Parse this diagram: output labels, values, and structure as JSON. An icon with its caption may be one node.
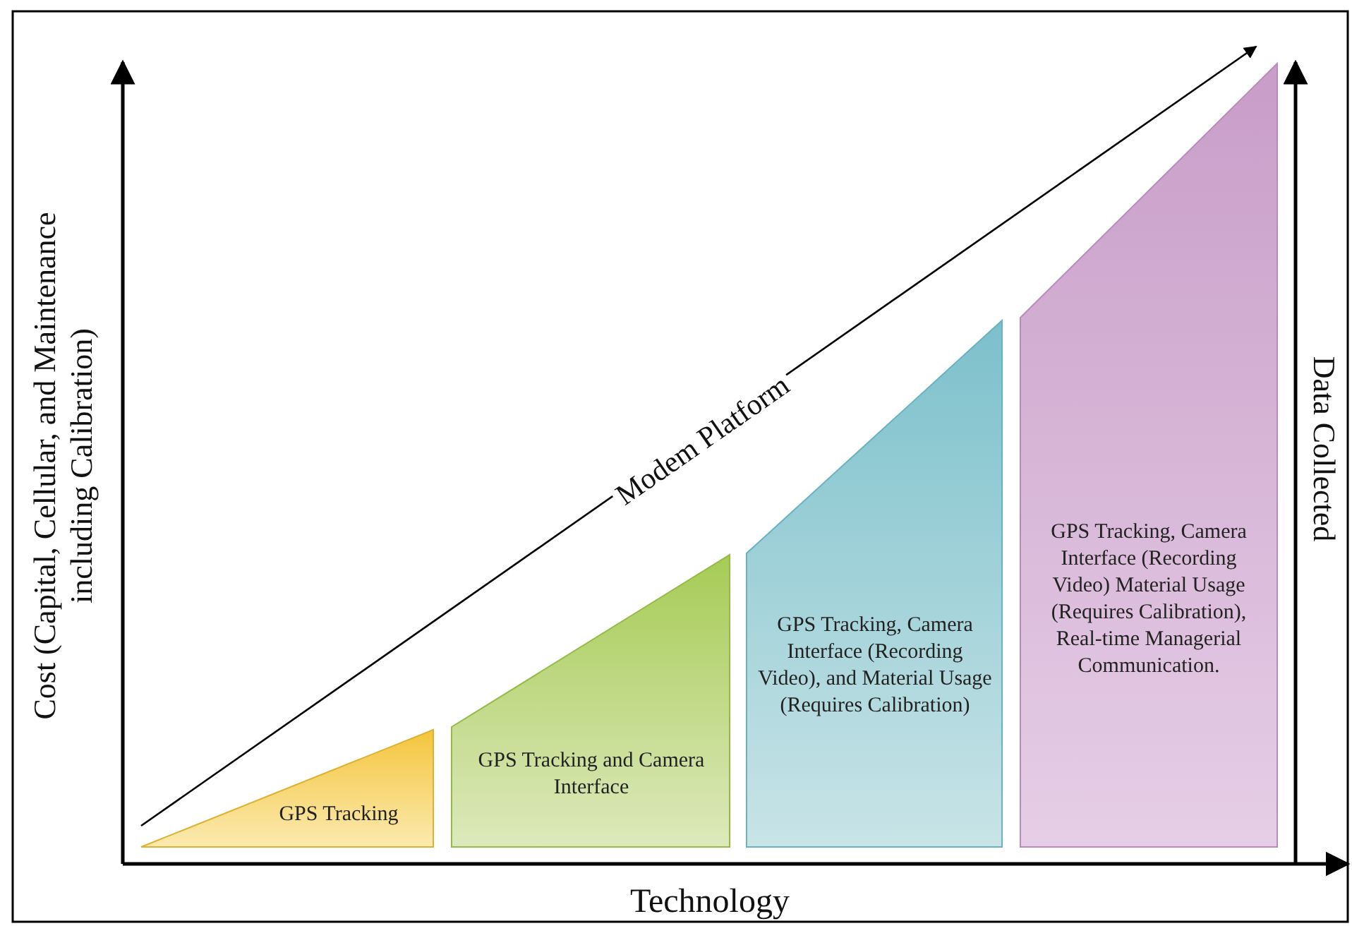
{
  "diagram": {
    "nodes": [
      {
        "text": [
          "GPS Tracking"
        ]
      },
      {
        "text": [
          "GPS Tracking and Camera Interface"
        ]
      },
      {
        "text": [
          "GPS Tracking, Camera Interface (Recording Video), and Material Usage (Requires Calibration)"
        ]
      },
      {
        "text": [
          "GPS Tracking, Camera Interface (Recording Video) Material Usage (Requires Calibration), Real-time Managerial Communication."
        ]
      }
    ],
    "labels": [
      "Cost (Capital, Cellular, and Maintenance including Calibration)",
      "Modem Platform",
      "Data Collected",
      "Technology"
    ]
  }
}
